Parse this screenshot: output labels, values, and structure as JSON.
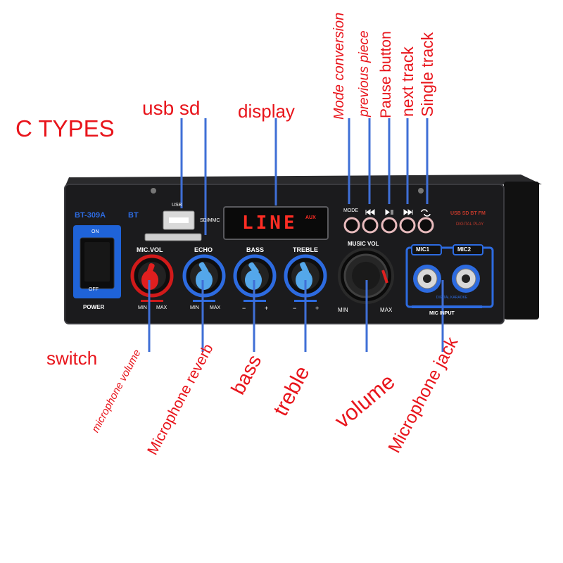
{
  "header": {
    "types": "C  TYPES"
  },
  "top_labels": {
    "usb_sd": "usb sd",
    "display": "display",
    "mode_conversion": "Mode conversion",
    "previous_piece": "previous piece",
    "pause_button": "Pause button",
    "next_track": "next track",
    "single_track": "Single track"
  },
  "bottom_labels": {
    "switch": "switch",
    "microphone_volume": "microphone volume",
    "microphone_reverb": "Microphone reverb",
    "bass": "bass",
    "treble": "treble",
    "volume": "volume",
    "microphone_jack": "Microphone jack"
  },
  "panel": {
    "model": "BT-309A",
    "bt": "BT",
    "usb": "USB",
    "sdmmc": "SD/MMC",
    "display_text": "LINE",
    "display_aux": "AUX",
    "mode": "MODE",
    "on": "ON",
    "off": "OFF",
    "power": "POWER",
    "mic_vol": "MIC.VOL",
    "echo": "ECHO",
    "bass": "BASS",
    "treble": "TREBLE",
    "music_vol": "MUSIC VOL",
    "min": "MIN",
    "max": "MAX",
    "minus": "−",
    "plus": "+",
    "mic1": "MIC1",
    "mic2": "MIC2",
    "digital_karaoke": "DIGITAL KARAOKE",
    "mic_input": "MIC INPUT",
    "usb_sd_bt_fm": "USB SD BT FM",
    "digital_player": "DIGITAL PLAY"
  },
  "colors": {
    "annotation": "#e8141b",
    "lead_line": "#3f6fd6",
    "chassis": "#1b1b1d",
    "panel_blue": "#1f63d8",
    "display_red": "#ff2d24"
  }
}
